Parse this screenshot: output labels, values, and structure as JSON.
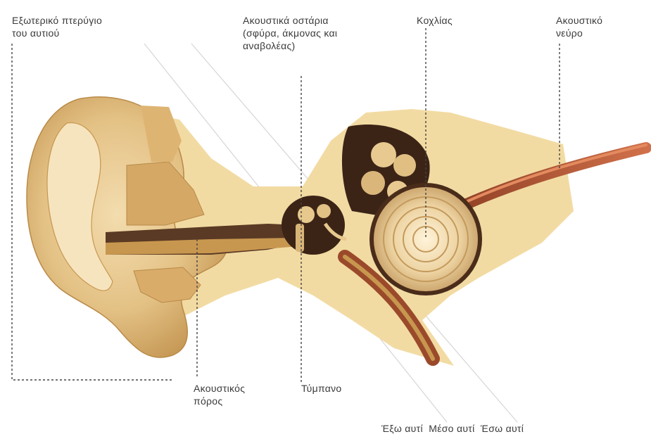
{
  "labels": {
    "outer_ear": [
      "Εξωτερικό πτερύγιο",
      "του αυτιού"
    ],
    "ossicles": [
      "Ακουστικά οστάρια",
      "(σφύρα, άκμονας και",
      "αναβολέας)"
    ],
    "cochlea": [
      "Κοχλίας"
    ],
    "auditory_nerve": [
      "Ακουστικό",
      "νεύρο"
    ],
    "ear_canal": [
      "Ακουστικός",
      "πόρος"
    ],
    "eardrum": [
      "Τύμπανο"
    ],
    "regions": "Έξω αυτί  Μέσο αυτί  Έσω αυτί"
  },
  "colors": {
    "skin": "#f2dba3",
    "cartilage": "#c8974f",
    "dark_cavity": "#3b2416",
    "nerve": "#b75a36"
  }
}
